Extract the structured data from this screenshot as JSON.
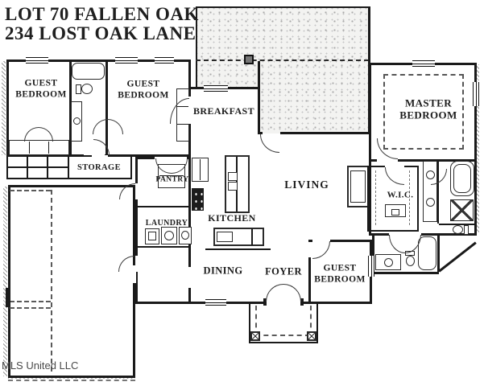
{
  "title": {
    "line1": "LOT 70 FALLEN OAK",
    "line2": "234 LOST OAK LANE"
  },
  "watermark": "MLS United LLC",
  "rooms": {
    "guest_bedroom_left": {
      "label": "GUEST\nBEDROOM"
    },
    "guest_bedroom_mid": {
      "label": "GUEST\nBEDROOM"
    },
    "breakfast": {
      "label": "BREAKFAST"
    },
    "master_bedroom": {
      "label": "MASTER\nBEDROOM"
    },
    "storage": {
      "label": "STORAGE"
    },
    "pantry": {
      "label": "PANTRY"
    },
    "kitchen": {
      "label": "KITCHEN"
    },
    "living": {
      "label": "LIVING"
    },
    "wic": {
      "label": "W.I.C."
    },
    "laundry": {
      "label": "LAUNDRY"
    },
    "dining": {
      "label": "DINING"
    },
    "foyer": {
      "label": "FOYER"
    },
    "guest_bedroom_bottom": {
      "label": "GUEST\nBEDROOM"
    }
  },
  "colors": {
    "wall": "#1a1a1a",
    "label": "#1c1c1c",
    "patio_fill": "#f3f3f1",
    "watermark": "#4a4a4a"
  }
}
